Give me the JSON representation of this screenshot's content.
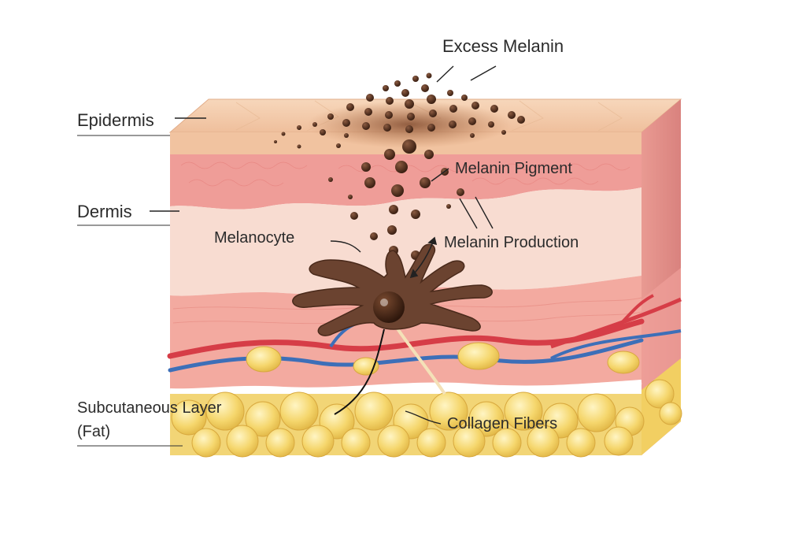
{
  "labels": {
    "excess_melanin": "Excess Melanin",
    "epidermis": "Epidermis",
    "dermis": "Dermis",
    "melanin_pigment": "Melanin Pigment",
    "melanocyte": "Melanocyte",
    "melanin_production": "Melanin Production",
    "subcutaneous_line1": "Subcutaneous Layer",
    "subcutaneous_line2": "(Fat)",
    "collagen_fibers": "Collagen Fibers"
  },
  "colors": {
    "epidermis_top": "#f3c9a6",
    "epidermis_side": "#eeb998",
    "dermis_upper": "#ef9a98",
    "dermis_pale": "#f8dcd3",
    "dermis_lower": "#f2a79c",
    "artery": "#d9404a",
    "vein": "#3d6fb8",
    "fat": "#f4d36a",
    "melanin": "#4a2a1b",
    "melanocyte": "#6b4330"
  }
}
